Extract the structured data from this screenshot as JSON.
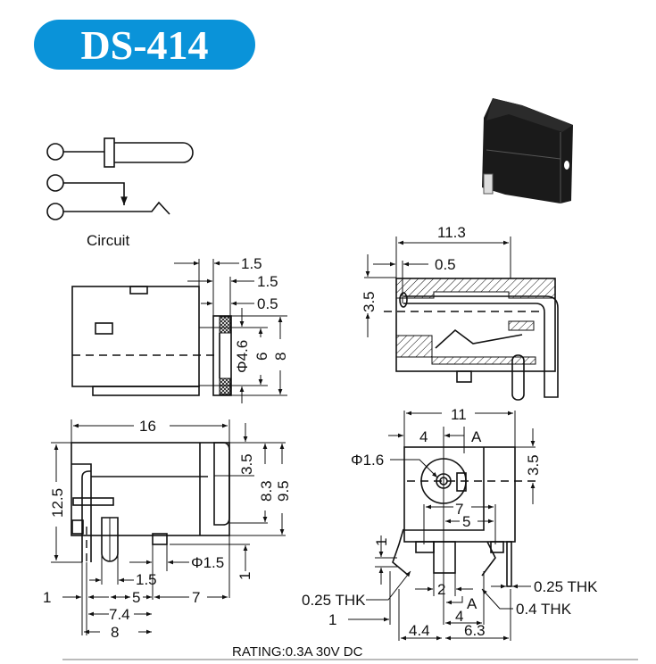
{
  "header": {
    "title": "DS-414",
    "pill_color": "#0a93d9"
  },
  "circuit": {
    "label": "Circuit"
  },
  "side_view": {
    "dims": [
      "1.5",
      "1.5",
      "0.5",
      "Φ4.6",
      "6",
      "8"
    ]
  },
  "section_view": {
    "dims": [
      "11.3",
      "0.5",
      "3.5"
    ]
  },
  "bottom_side_view": {
    "dims": [
      "16",
      "12.5",
      "3.5",
      "8.3",
      "9.5",
      "Φ1.5",
      "1.5",
      "1",
      "1",
      "5",
      "7",
      "7.4",
      "8"
    ]
  },
  "front_view": {
    "dims": [
      "11",
      "4",
      "A",
      "Φ1.6",
      "3.5",
      "7",
      "5",
      "1",
      "2",
      "0.25 THK",
      "0.25 THK",
      "0.4 THK",
      "A",
      "1",
      "4",
      "4.4",
      "6.3"
    ]
  },
  "footer": {
    "rating": "RATING:0.3A 30V DC"
  }
}
